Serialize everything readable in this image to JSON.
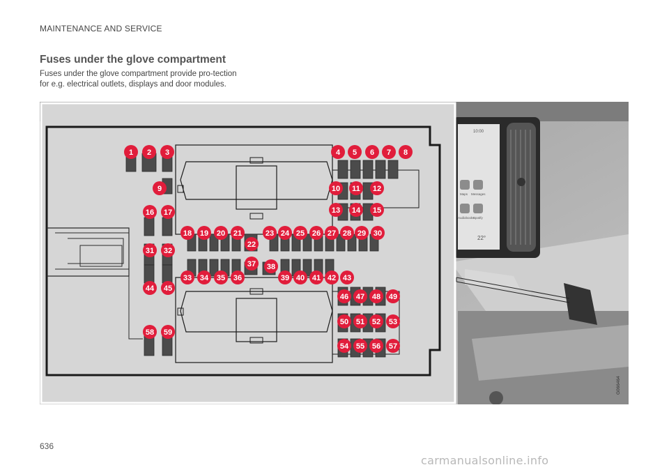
{
  "header": {
    "section": "MAINTENANCE AND SERVICE"
  },
  "title": "Fuses under the glove compartment",
  "intro": "Fuses under the glove compartment provide pro-tection for e.g. electrical outlets, displays and door modules.",
  "figure": {
    "figure_id": "G066464",
    "callout_labels": [
      "1",
      "2",
      "3",
      "4",
      "5",
      "6",
      "7",
      "8",
      "9",
      "10",
      "11",
      "12",
      "13",
      "14",
      "15",
      "16",
      "17",
      "18",
      "19",
      "20",
      "21",
      "22",
      "23",
      "24",
      "25",
      "26",
      "27",
      "28",
      "29",
      "30",
      "31",
      "32",
      "33",
      "34",
      "35",
      "36",
      "37",
      "38",
      "39",
      "40",
      "41",
      "42",
      "43",
      "44",
      "45",
      "46",
      "47",
      "48",
      "49",
      "50",
      "51",
      "52",
      "53",
      "54",
      "55",
      "56",
      "57",
      "58",
      "59"
    ],
    "screen_texts": [
      "10:00",
      "Maps",
      "Messages",
      "Audiobooks",
      "Spotify",
      "22°"
    ],
    "colors": {
      "callout": "#e11d3b",
      "fuse": "#4b4b4b",
      "panel": "#d6d6d6",
      "outline": "#1a1a1a"
    }
  },
  "footer": {
    "page_number": "636",
    "watermark": "carmanualsonline.info"
  }
}
